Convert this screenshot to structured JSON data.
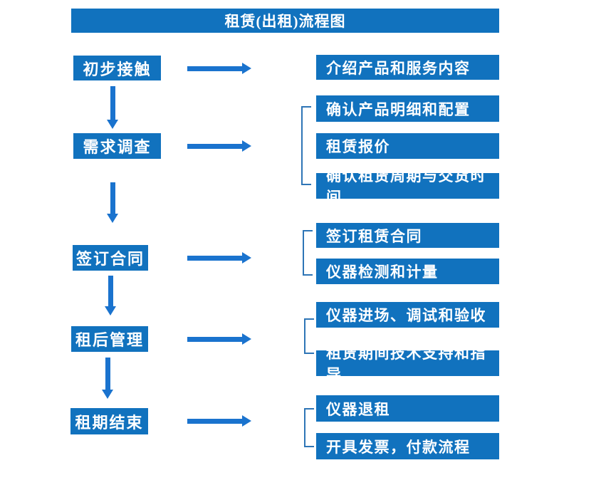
{
  "colors": {
    "box": "#1172be",
    "arrow": "#1a73ce",
    "bracket": "#2e75b6",
    "text": "#ffffff"
  },
  "flow": {
    "title": "租赁(出租)流程图",
    "steps": [
      {
        "label": "初步接触",
        "details": [
          "介绍产品和服务内容"
        ]
      },
      {
        "label": "需求调查",
        "details": [
          "确认产品明细和配置",
          "租赁报价",
          "确认租赁周期与交货时间"
        ]
      },
      {
        "label": "签订合同",
        "details": [
          "签订租赁合同",
          "仪器检测和计量"
        ]
      },
      {
        "label": "租后管理",
        "details": [
          "仪器进场、调试和验收",
          "租赁期间技术支持和指导"
        ]
      },
      {
        "label": "租期结束",
        "details": [
          "仪器退租",
          "开具发票，付款流程"
        ]
      }
    ]
  }
}
